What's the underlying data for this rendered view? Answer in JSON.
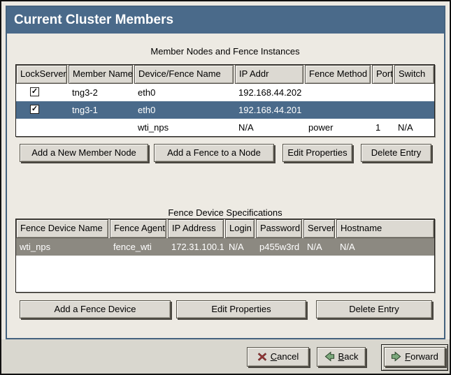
{
  "window": {
    "title": "Current Cluster Members"
  },
  "colors": {
    "titlebar_blue": "#4a6a8a",
    "selected_row_blue": "#4a6a8a",
    "selected_row_gray": "#8c8981",
    "panel_border_blue": "#44627e",
    "chrome_beige": "#dcd9d2",
    "cancel_red": "#a23b3b",
    "arrow_green": "#7ca87c"
  },
  "icons": {
    "check": "✓"
  },
  "member_table": {
    "caption": "Member Nodes and Fence Instances",
    "columns": [
      "LockServer?",
      "Member Name",
      "Device/Fence Name",
      "IP Addr",
      "Fence Method",
      "Port",
      "Switch"
    ],
    "rows": [
      {
        "lockserver_checked": true,
        "selected": false,
        "cells": [
          "",
          "tng3-2",
          "eth0",
          "192.168.44.202",
          "",
          "",
          ""
        ]
      },
      {
        "lockserver_checked": true,
        "selected": true,
        "cells": [
          "",
          "tng3-1",
          "eth0",
          "192.168.44.201",
          "",
          "",
          ""
        ]
      },
      {
        "lockserver_checked": false,
        "selected": false,
        "cells": [
          "",
          "",
          "wti_nps",
          "N/A",
          "power",
          "1",
          "N/A"
        ]
      }
    ],
    "buttons": [
      "Add a New Member Node",
      "Add a Fence to a Node",
      "Edit Properties",
      "Delete Entry"
    ]
  },
  "fence_table": {
    "caption": "Fence Device Specifications",
    "columns": [
      "Fence Device Name",
      "Fence Agent",
      "IP Address",
      "Login",
      "Password",
      "Server",
      "Hostname"
    ],
    "rows": [
      {
        "selected": true,
        "cells": [
          "wti_nps",
          "fence_wti",
          "172.31.100.1",
          "N/A",
          "p455w3rd",
          "N/A",
          "N/A"
        ]
      }
    ],
    "buttons": [
      "Add a Fence Device",
      "Edit Properties",
      "Delete Entry"
    ]
  },
  "footer": {
    "buttons": [
      {
        "label": "Cancel",
        "icon": "cancel-x-icon"
      },
      {
        "label": "Back",
        "icon": "back-arrow-icon"
      },
      {
        "label": "Forward",
        "icon": "forward-arrow-icon",
        "is_default": true
      }
    ]
  }
}
